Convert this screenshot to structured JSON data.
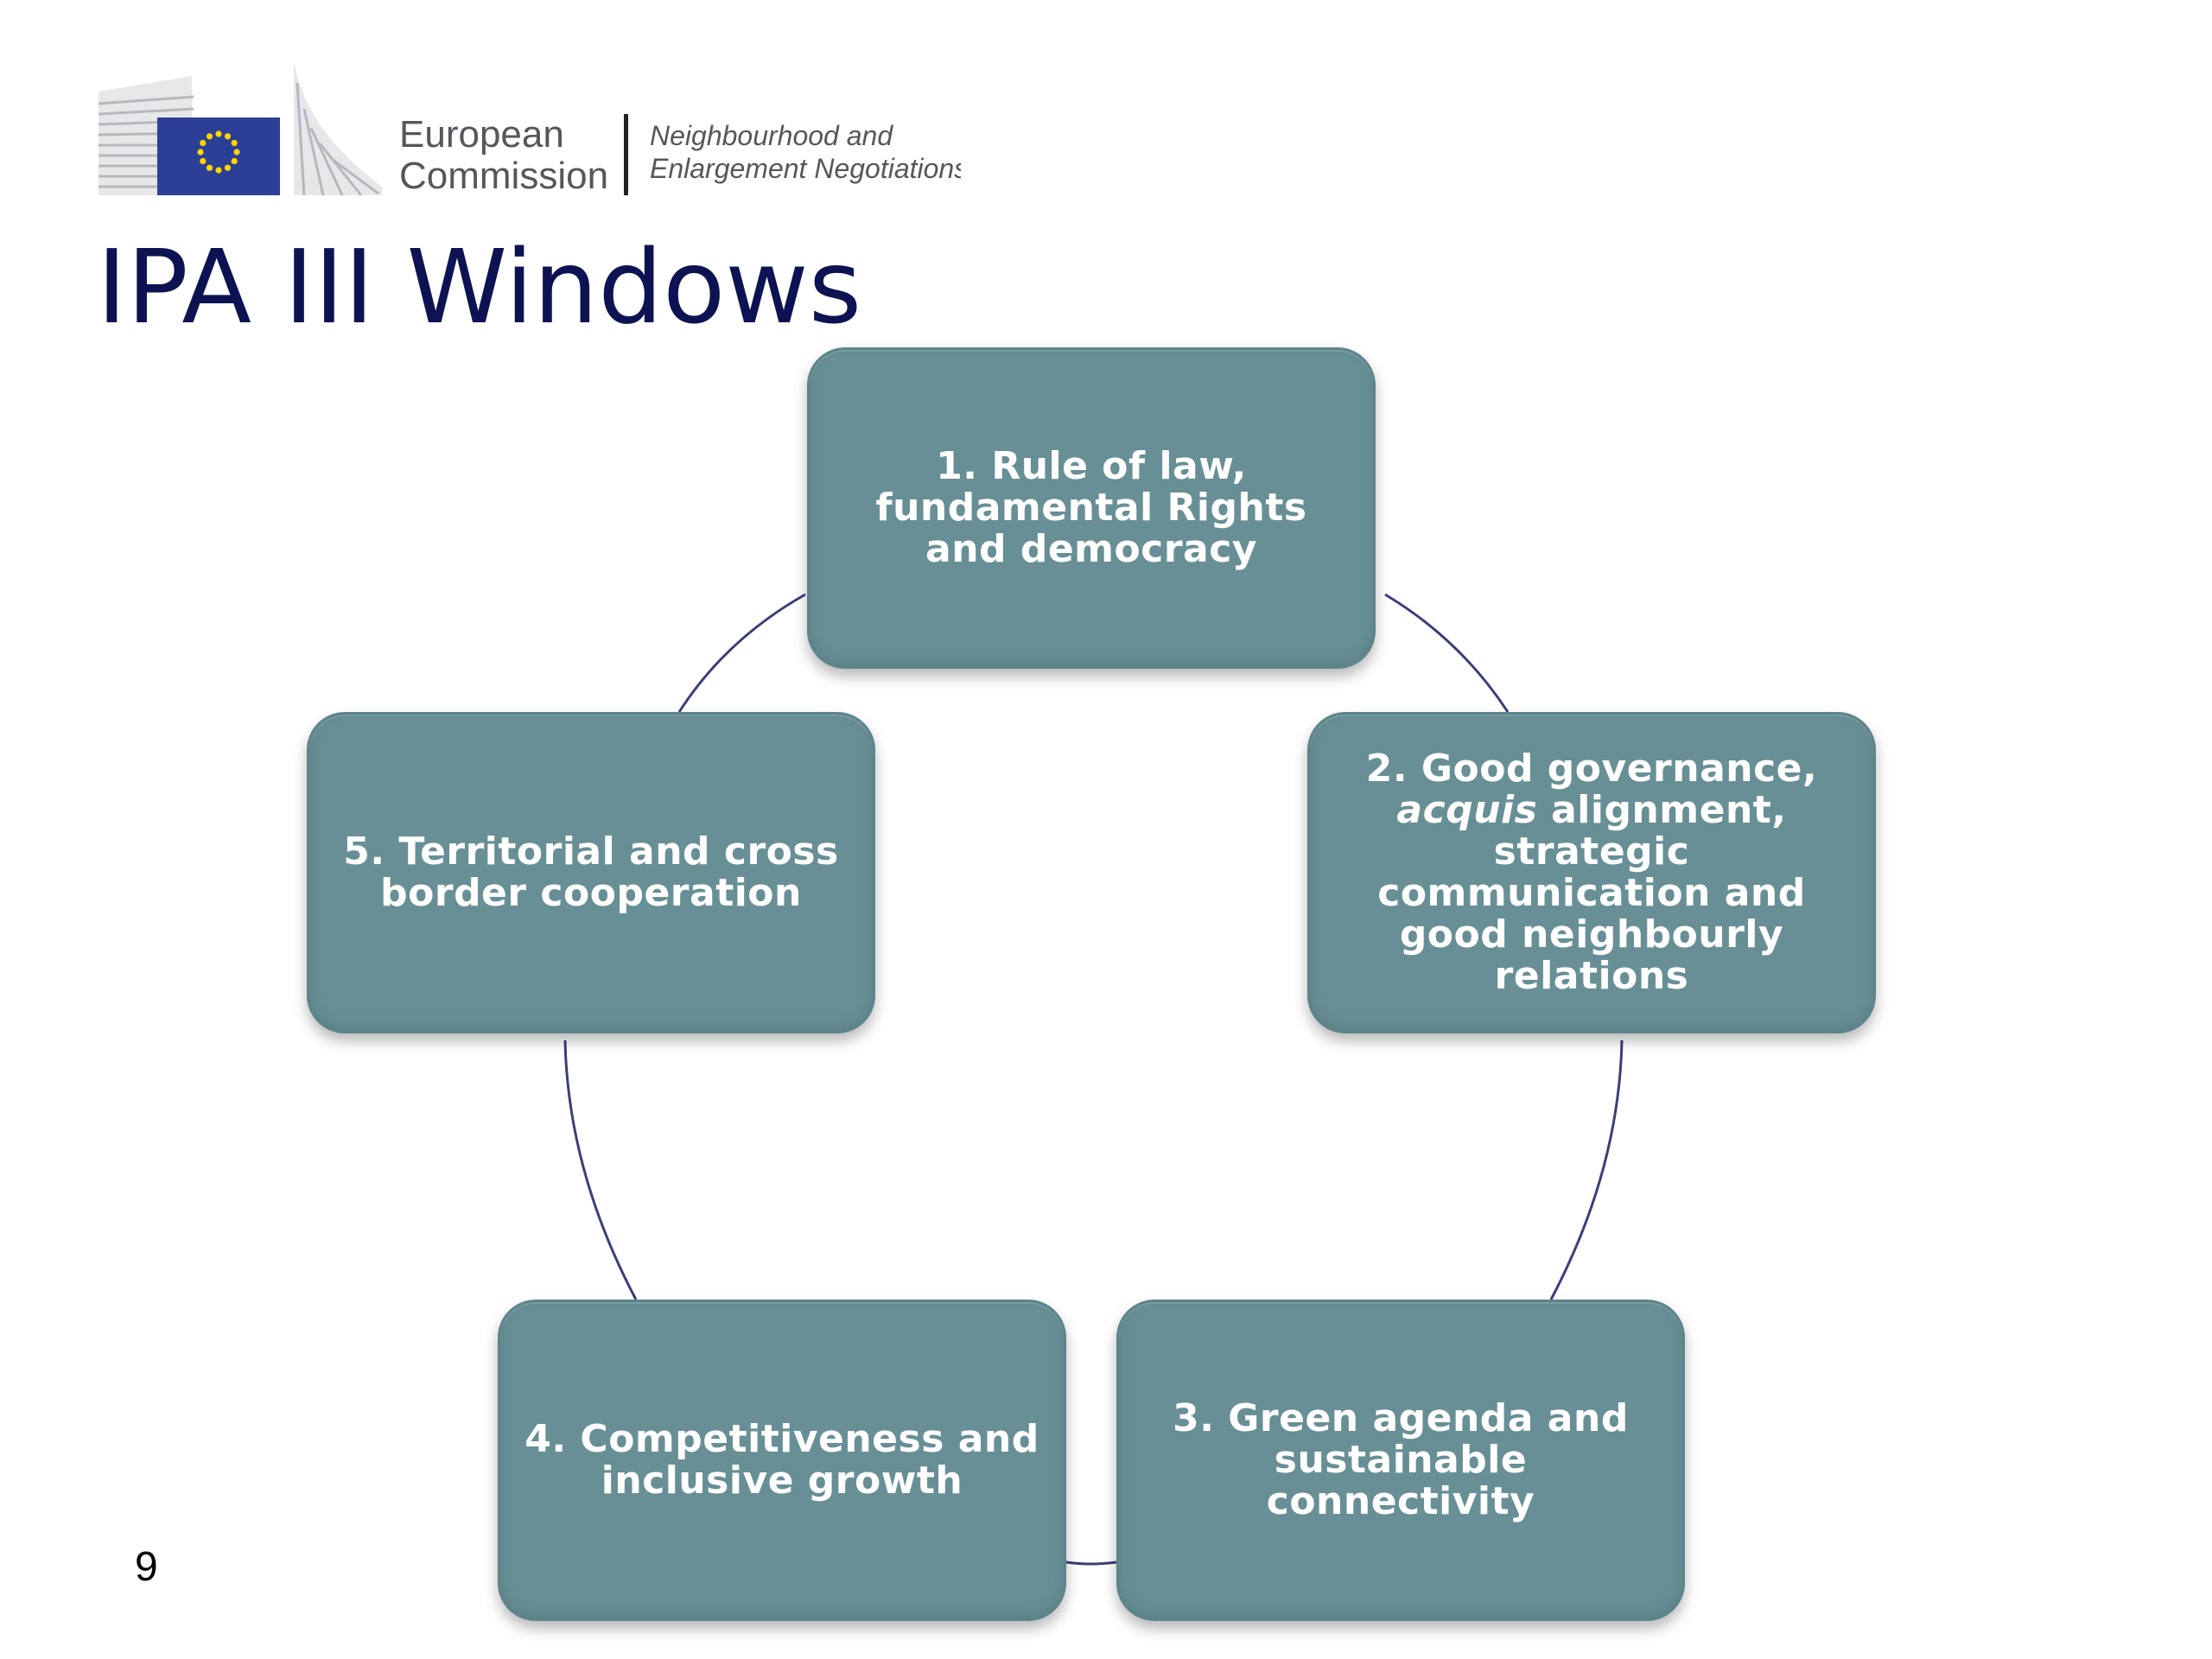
{
  "header": {
    "logo_line1": "European",
    "logo_line2": "Commission",
    "dept_line1": "Neighbourhood and",
    "dept_line2": "Enlargement Negotiations",
    "eu_blue": "#2c3f97",
    "eu_gold": "#ffd500"
  },
  "title": "IPA III Windows",
  "cycle": {
    "box_color": "#688f96",
    "line_color": "#3b3f78",
    "items": [
      {
        "prefix": "1. Rule of law, fundamental Rights and democracy",
        "emphasis": "",
        "suffix": ""
      },
      {
        "prefix": "2. Good governance, ",
        "emphasis": "acquis",
        "suffix": " alignment, strategic communication and good neighbourly relations"
      },
      {
        "prefix": "3. Green agenda and sustainable connectivity",
        "emphasis": "",
        "suffix": ""
      },
      {
        "prefix": "4. Competitiveness and inclusive growth",
        "emphasis": "",
        "suffix": ""
      },
      {
        "prefix": "5. Territorial and cross border cooperation",
        "emphasis": "",
        "suffix": ""
      }
    ]
  },
  "page_number": "9"
}
